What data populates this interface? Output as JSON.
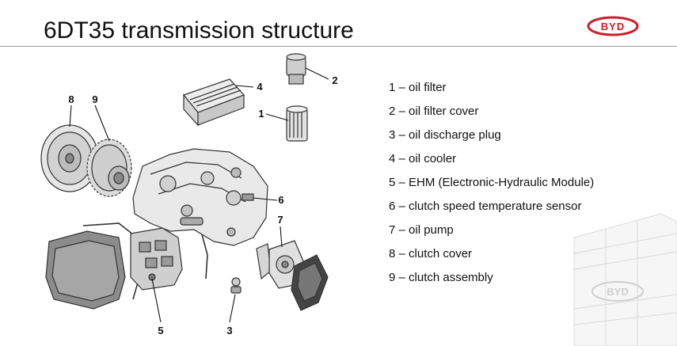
{
  "slide": {
    "title": "6DT35 transmission structure",
    "logo_text": "BYD",
    "watermark_text": "BYD"
  },
  "callouts": [
    "1",
    "2",
    "3",
    "4",
    "5",
    "6",
    "7",
    "8",
    "9"
  ],
  "legend": [
    "1 – oil filter",
    "2 – oil filter cover",
    "3 – oil discharge plug",
    "4 – oil cooler",
    "5 – EHM (Electronic-Hydraulic Module)",
    "6 – clutch speed temperature sensor",
    "7 – oil pump",
    "8 – clutch cover",
    "9 – clutch assembly"
  ],
  "colors": {
    "brand_red": "#cc1f2a",
    "rule_gray": "#9a9a9a",
    "text": "#111111"
  }
}
